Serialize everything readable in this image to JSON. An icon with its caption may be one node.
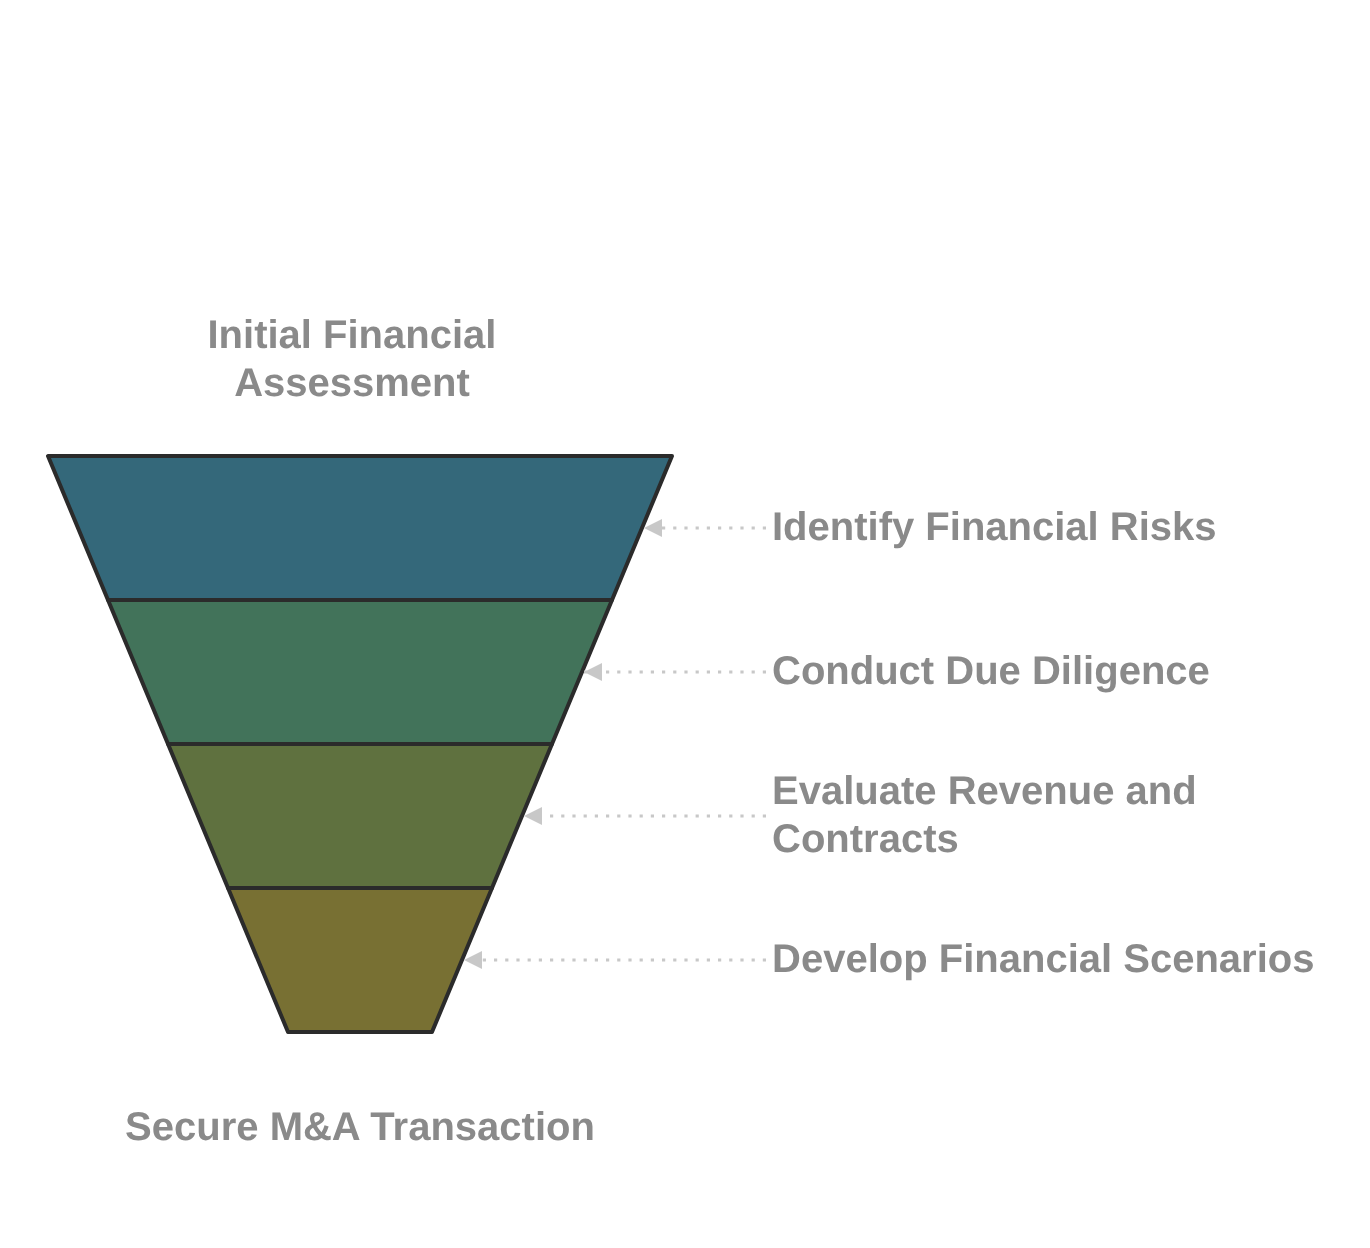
{
  "diagram": {
    "nodes": [
      {
        "text": [],
        "shape": "trapezoid"
      },
      {
        "text": [],
        "shape": "trapezoid"
      },
      {
        "text": [],
        "shape": "trapezoid"
      },
      {
        "text": [],
        "shape": "trapezoid"
      },
      {
        "text": [
          "Identify Financial Risks"
        ]
      },
      {
        "text": [
          "Conduct Due Diligence"
        ]
      },
      {
        "text": [
          "Evaluate Revenue and Contracts"
        ]
      },
      {
        "text": [
          "Develop Financial Scenarios"
        ]
      }
    ],
    "edges": [
      {
        "from": 4,
        "to": 0,
        "arrow": "to",
        "style": "dashed"
      },
      {
        "from": 5,
        "to": 1,
        "arrow": "to",
        "style": "dashed"
      },
      {
        "from": 6,
        "to": 2,
        "arrow": "to",
        "style": "dashed"
      },
      {
        "from": 7,
        "to": 3,
        "arrow": "to",
        "style": "dashed"
      }
    ],
    "labels": [
      "Initial Financial Assessment",
      "Secure M&A Transaction"
    ]
  }
}
